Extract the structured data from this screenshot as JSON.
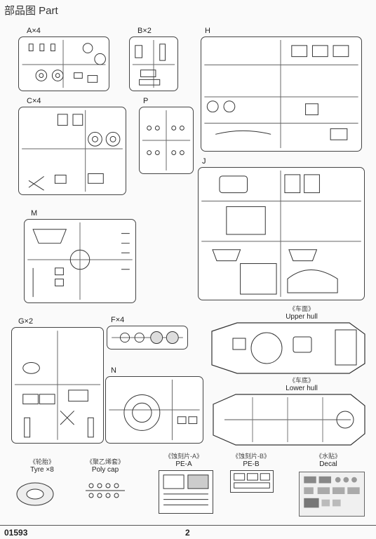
{
  "header": {
    "title": "部品图  Part"
  },
  "sprues": {
    "a": "A×4",
    "b": "B×2",
    "c": "C×4",
    "p": "P",
    "h": "H",
    "j": "J",
    "m": "M",
    "g": "G×2",
    "f": "F×4",
    "n": "N"
  },
  "hull": {
    "upper_cn": "《车面》",
    "upper_en": "Upper hull",
    "lower_cn": "《车底》",
    "lower_en": "Lower hull"
  },
  "extras": {
    "tyre_cn": "《轮胎》",
    "tyre_en": "Tyre",
    "tyre_qty": "×8",
    "polycap_cn": "《聚乙烯套》",
    "polycap_en": "Poly cap",
    "pea_cn": "《蚀刻片-A》",
    "pea_en": "PE-A",
    "peb_cn": "《蚀刻片-B》",
    "peb_en": "PE-B",
    "decal_cn": "《水贴》",
    "decal_en": "Decal"
  },
  "footer": {
    "code": "01593",
    "page": "2"
  }
}
